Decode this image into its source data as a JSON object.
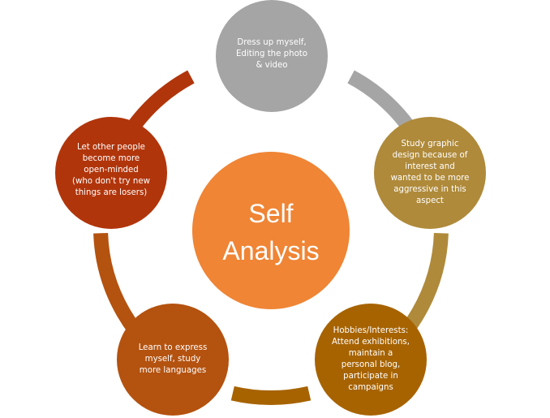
{
  "center": {
    "label": "Self\nAnalysis",
    "color": "#ef8535"
  },
  "nodes": [
    {
      "id": "top",
      "text": "Dress up myself,\nEditing the photo\n& video",
      "color": "#a5a5a5"
    },
    {
      "id": "right",
      "text": "Study graphic\ndesign because of\ninterest and\nwanted to be more\naggressive in this\naspect",
      "color": "#af8a3a"
    },
    {
      "id": "bottom-right",
      "text": "Hobbies/Interests:\nAttend exhibitions,\nmaintain a\npersonal blog,\nparticipate in\ncampaigns",
      "color": "#a76300"
    },
    {
      "id": "bottom-left",
      "text": "Learn to express\nmyself,   study\nmore languages",
      "color": "#b4520f"
    },
    {
      "id": "left",
      "text": "Let other people\nbecome more\nopen-minded\n(who don't try new\nthings are losers)",
      "color": "#b1350b"
    }
  ],
  "ring_colors": {
    "top_to_right": "#a5a5a5",
    "right_to_bottom_right": "#af8a3a",
    "bottom_right_to_bottom_left": "#a76300",
    "bottom_left_to_left": "#b4520f",
    "left_to_top": "#b1350b"
  }
}
